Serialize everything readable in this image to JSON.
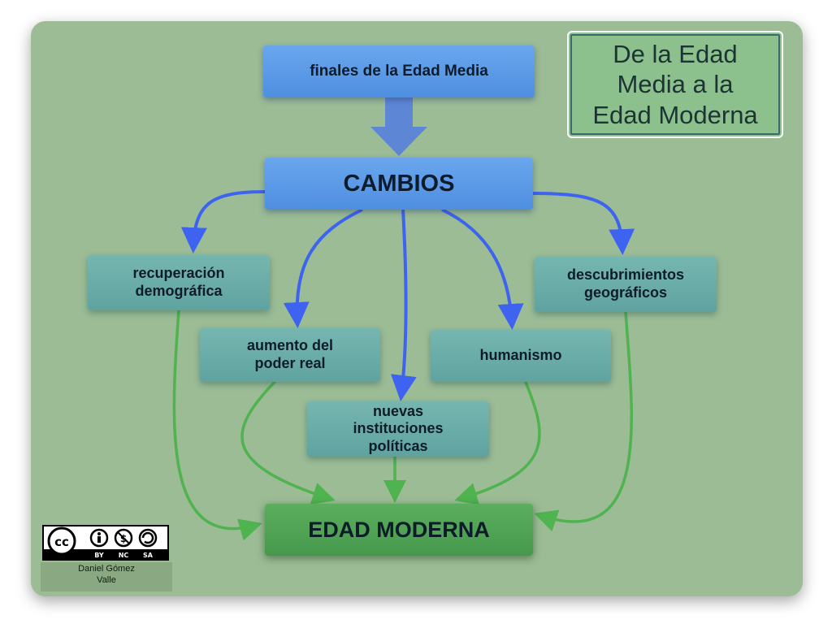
{
  "title": "De la Edad\nMedia a la\nEdad Moderna",
  "nodes": {
    "finales": "finales de la Edad Media",
    "cambios": "CAMBIOS",
    "recuperacion": "recuperación\ndemográfica",
    "descubrimientos": "descubrimientos\ngeográficos",
    "aumento": "aumento del\npoder real",
    "humanismo": "humanismo",
    "nuevas": "nuevas\ninstituciones\npolíticas",
    "edad_moderna": "EDAD MODERNA"
  },
  "license": {
    "badge_terms": [
      "BY",
      "NC",
      "SA"
    ],
    "author": "Daniel Gómez\nValle"
  },
  "colors": {
    "background": "#9bbc95",
    "blue_node": "#5b9ae6",
    "teal_node": "#68aca8",
    "green_node": "#4fa354",
    "blue_arrow": "#3d63f0",
    "green_arrow": "#4fb34f"
  }
}
